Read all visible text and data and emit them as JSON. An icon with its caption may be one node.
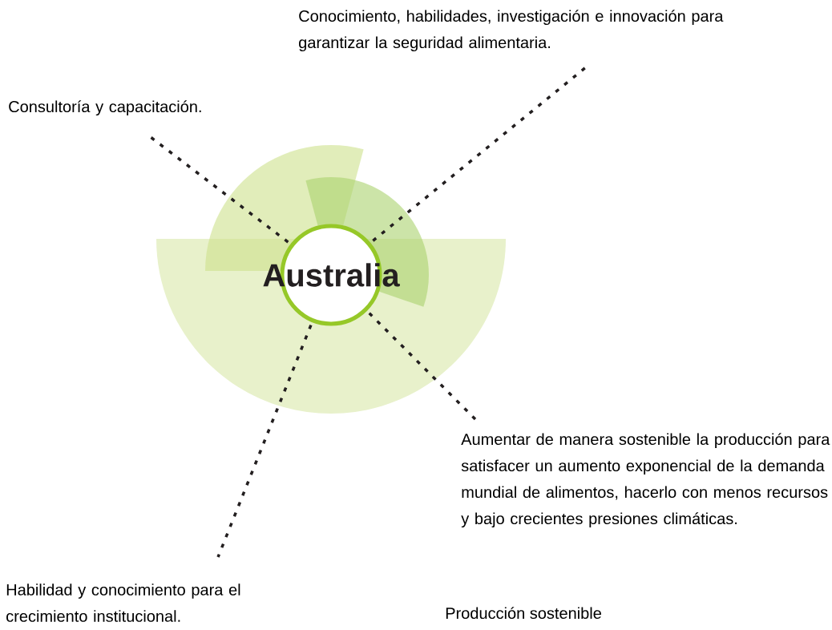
{
  "diagram": {
    "nodes": [
      {
        "text": [
          "Conocimiento, habilidades, investigación e innovación para garantizar la seguridad alimentaria."
        ]
      },
      {
        "text": [
          "Consultoría y capacitación."
        ]
      },
      {
        "text": [
          "Australia"
        ]
      },
      {
        "text": [
          "Aumentar de manera sostenible la producción para satisfacer un aumento exponencial de la demanda mundial de alimentos, hacerlo con menos recursos y bajo crecientes presiones climáticas."
        ]
      },
      {
        "text": [
          "Habilidad y conocimiento para el crecimiento institucional."
        ]
      }
    ],
    "edges": [
      {
        "from": 2,
        "to": 0,
        "arrow": "none",
        "style": "dashed"
      },
      {
        "from": 2,
        "to": 1,
        "arrow": "none",
        "style": "dashed"
      },
      {
        "from": 2,
        "to": 3,
        "arrow": "none",
        "style": "dashed"
      },
      {
        "from": 2,
        "to": 4,
        "arrow": "none",
        "style": "dashed"
      }
    ],
    "labels": [
      "Producción sostenible"
    ]
  }
}
